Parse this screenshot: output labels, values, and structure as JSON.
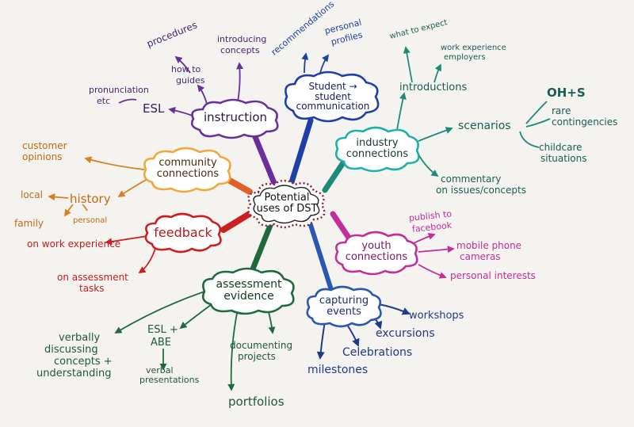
{
  "colors": {
    "instruction": "#6a2f9a",
    "student": "#1f3fa8",
    "industry": "#1e8a7a",
    "community": "#d9801c",
    "feedback": "#cc1f22",
    "assessment": "#1e6a3c",
    "capturing": "#2a57b0",
    "youth": "#c42d9c",
    "center": "#8a2030"
  },
  "center": {
    "line1": "Potential",
    "line2": "uses of DST"
  },
  "instruction": {
    "title": "instruction",
    "esl": "ESL",
    "pronunciation": "pronunciation",
    "etc": "etc",
    "how_to": "how to",
    "guides": "guides",
    "procedures": "procedures",
    "introducing": "introducing",
    "concepts": "concepts"
  },
  "student": {
    "title_line1": "Student →",
    "title_line2": "student",
    "title_line3": "communication",
    "recommendations": "recommendations",
    "personal": "personal",
    "profiles": "profiles"
  },
  "industry": {
    "title_line1": "industry",
    "title_line2": "connections",
    "introductions": "introductions",
    "what_to_expect": "what to expect",
    "work_experience": "work experience",
    "employers": "employers",
    "scenarios": "scenarios",
    "ohs": "OH+S",
    "rare": "rare",
    "contingencies": "contingencies",
    "childcare": "childcare",
    "situations": "situations",
    "commentary": "commentary",
    "on_issues": "on issues/concepts"
  },
  "community": {
    "title_line1": "community",
    "title_line2": "connections",
    "customer": "customer",
    "opinions": "opinions",
    "history": "history",
    "local": "local",
    "family": "family",
    "personal": "personal"
  },
  "feedback": {
    "title": "feedback",
    "on_work": "on work experience",
    "on_assessment": "on assessment",
    "tasks": "tasks"
  },
  "assessment": {
    "title_line1": "assessment",
    "title_line2": "evidence",
    "verbally": "verbally",
    "discussing": "discussing",
    "concepts_plus": "concepts +",
    "understanding": "understanding",
    "esl_plus": "ESL +",
    "abe": "ABE",
    "verbal": "verbal",
    "presentations": "presentations",
    "documenting": "documenting",
    "projects": "projects",
    "portfolios": "portfolios"
  },
  "capturing": {
    "title_line1": "capturing",
    "title_line2": "events",
    "workshops": "workshops",
    "excursions": "excursions",
    "celebrations": "Celebrations",
    "milestones": "milestones"
  },
  "youth": {
    "title_line1": "youth",
    "title_line2": "connections",
    "publish": "publish to",
    "facebook": "facebook",
    "mobile": "mobile phone",
    "cameras": "cameras",
    "interests": "personal interests"
  }
}
